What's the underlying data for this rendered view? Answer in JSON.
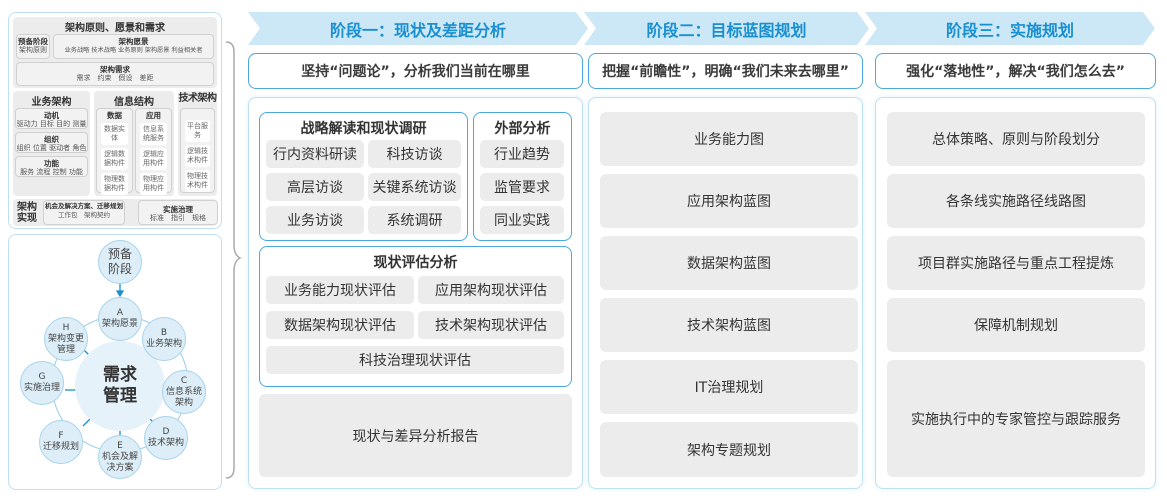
{
  "left_top": {
    "title": "架构原则、愿景和需求",
    "prep": {
      "title": "预备阶段",
      "items": "架构原则"
    },
    "vision": {
      "title": "架构愿景",
      "items": "业务战略 技术战略 业务原则 架构愿景 利益相关者"
    },
    "req": {
      "title": "架构需求",
      "items": "需求　约束　假设　差距"
    },
    "biz": {
      "title": "业务架构",
      "groups": [
        {
          "title": "动机",
          "items": "驱动力 目标 目的 测量"
        },
        {
          "title": "组织",
          "items": "组织 位置 驱动者 角色"
        },
        {
          "title": "功能",
          "items": "服务 流程 控制 功能"
        }
      ]
    },
    "info": {
      "title": "信息结构",
      "data": {
        "title": "数据",
        "items": [
          "数据实体",
          "逻辑数据构件",
          "物理数据构件"
        ]
      },
      "app": {
        "title": "应用",
        "items": [
          "信息系统服务",
          "逻辑应用构件",
          "物理应用构件"
        ]
      }
    },
    "tech": {
      "title": "技术架构",
      "items": [
        "平台服务",
        "逻辑技术构件",
        "物理技术构件"
      ]
    },
    "impl": {
      "title": "架构实现",
      "opp_title": "机会及解决方案、迁移规划",
      "opp_items": "工作包　架构契约",
      "gov_title": "实施治理",
      "gov_items": "标准　指引　规格"
    }
  },
  "cycle": {
    "prep": "预备阶段",
    "center": "需求管理",
    "nodes": [
      {
        "letter": "A",
        "label": "架构愿景"
      },
      {
        "letter": "B",
        "label": "业务架构"
      },
      {
        "letter": "C",
        "label": "信息系统架构"
      },
      {
        "letter": "D",
        "label": "技术架构"
      },
      {
        "letter": "E",
        "label": "机会及解决方案"
      },
      {
        "letter": "F",
        "label": "迁移规划"
      },
      {
        "letter": "G",
        "label": "实施治理"
      },
      {
        "letter": "H",
        "label": "架构变更管理"
      }
    ]
  },
  "phases": [
    {
      "title": "阶段一：现状及差距分析",
      "subtitle": "坚持“问题论”，分析我们当前在哪里",
      "strategy": {
        "title": "战略解读和现状调研",
        "items": [
          "行内资料研读",
          "科技访谈",
          "高层访谈",
          "关键系统访谈",
          "业务访谈",
          "系统调研"
        ]
      },
      "external": {
        "title": "外部分析",
        "items": [
          "行业趋势",
          "监管要求",
          "同业实践"
        ]
      },
      "assessment": {
        "title": "现状评估分析",
        "items": [
          "业务能力现状评估",
          "应用架构现状评估",
          "数据架构现状评估",
          "技术架构现状评估",
          "科技治理现状评估"
        ]
      },
      "report": "现状与差异分析报告"
    },
    {
      "title": "阶段二：目标蓝图规划",
      "subtitle": "把握“前瞻性”，明确“我们未来去哪里”",
      "items": [
        "业务能力图",
        "应用架构蓝图",
        "数据架构蓝图",
        "技术架构蓝图",
        "IT治理规划",
        "架构专题规划"
      ]
    },
    {
      "title": "阶段三：实施规划",
      "subtitle": "强化“落地性”，解决“我们怎么去”",
      "items": [
        "总体策略、原则与阶段划分",
        "各条线实施路径线路图",
        "项目群实施路径与重点工程提炼",
        "保障机制规划",
        "实施执行中的专家管控与跟踪服务"
      ]
    }
  ],
  "colors": {
    "accent": "#1a8fd0",
    "banner": "#cce8f7",
    "border": "#4aa8dc",
    "item_bg": "#ececec"
  }
}
